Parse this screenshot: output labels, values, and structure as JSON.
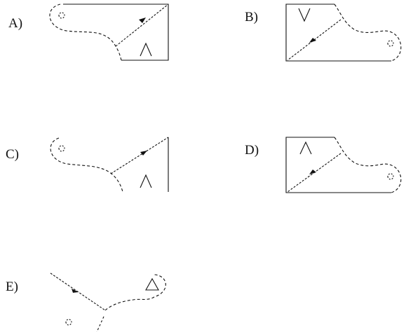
{
  "options": [
    {
      "label": "A)"
    },
    {
      "label": "B)"
    },
    {
      "label": "C)"
    },
    {
      "label": "D)"
    },
    {
      "label": "E)"
    }
  ],
  "colors": {
    "ink": "#111111",
    "background": "#ffffff"
  }
}
